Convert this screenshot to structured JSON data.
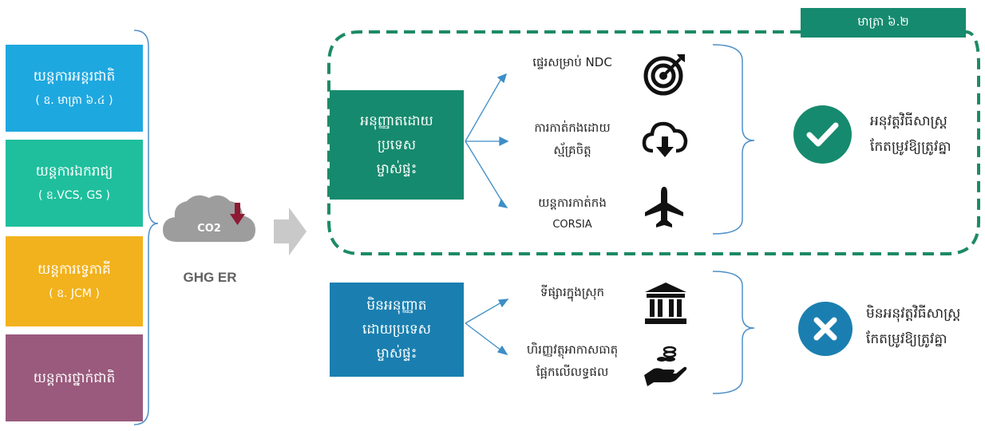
{
  "mechanisms": [
    {
      "title": "យន្តការអន្តរជាតិ",
      "subtitle": "( ឧ. មាត្រា ៦.៤ )",
      "color": "#1ea8e0"
    },
    {
      "title": "យន្តការឯករាជ្យ",
      "subtitle": "( ឧ.VCS, GS )",
      "color": "#1fbf9d"
    },
    {
      "title": "យន្តការទ្វេភាគី",
      "subtitle": "( ឧ. JCM )",
      "color": "#f2b21d"
    },
    {
      "title": "យន្តការថ្នាក់ជាតិ",
      "subtitle": "",
      "color": "#9a5a7d"
    }
  ],
  "ghg": {
    "cloud_text": "CO2",
    "label": "GHG ER"
  },
  "article_badge": "មាត្រា ៦.២",
  "authorized": {
    "title_lines": [
      "អនុញ្ញាតដោយ",
      "ប្រទេស",
      "ម្ចាស់ផ្ទះ"
    ],
    "color": "#168a6e",
    "items": [
      {
        "lines": [
          "ផ្ទេរសម្រាប់ NDC"
        ],
        "icon": "target-icon"
      },
      {
        "lines": [
          "ការកាត់កងដោយ",
          "ស្ម័គ្រចិត្ត"
        ],
        "icon": "cloud-download-icon"
      },
      {
        "lines": [
          "យន្តការកាត់កង",
          "CORSIA"
        ],
        "icon": "airplane-icon"
      }
    ],
    "result_icon": "checkmark-icon",
    "result_lines": [
      "អនុវត្តវិធីសាស្ត្រ",
      "កែតម្រូវឱ្យត្រូវគ្នា"
    ],
    "result_color": "#168a6e"
  },
  "not_authorized": {
    "title_lines": [
      "មិនអនុញ្ញាត",
      "ដោយប្រទេស",
      "ម្ចាស់ផ្ទះ"
    ],
    "color": "#1a7fb0",
    "items": [
      {
        "lines": [
          "ទីផ្សារក្នុងស្រុក"
        ],
        "icon": "bank-icon"
      },
      {
        "lines": [
          "ហិរញ្ញវត្ថុអាកាសធាតុ",
          "ផ្អែកលើលទ្ធផល"
        ],
        "icon": "hand-coins-icon"
      }
    ],
    "result_icon": "x-icon",
    "result_lines": [
      "មិនអនុវត្តវិធីសាស្ត្រ",
      "កែតម្រូវឱ្យត្រូវគ្នា"
    ],
    "result_color": "#1a7fb0"
  }
}
